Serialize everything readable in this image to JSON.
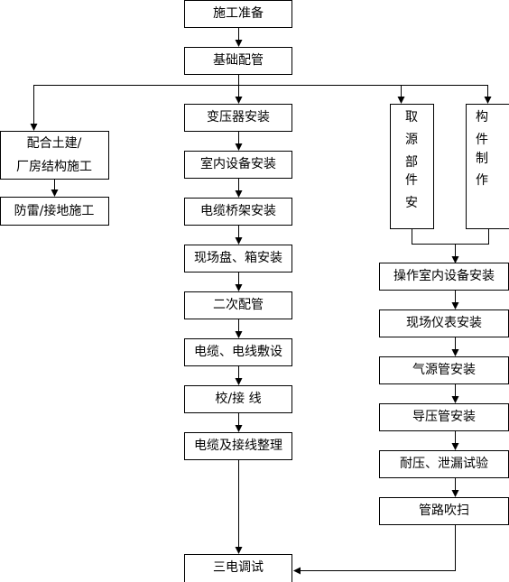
{
  "nodes": {
    "shigong_zhunbei": "施工准备",
    "jichu_peiguan": "基础配管",
    "peihe_tujian_line1": "配合土建/",
    "peihe_tujian_line2": "厂房结构施工",
    "fanglei_jiedi": "防雷/接地施工",
    "bianyaqi_anzhuang": "变压器安装",
    "shinei_shebei_anzhuang": "室内设备安装",
    "dianlan_qiaojia_anzhuang": "电缆桥架安装",
    "xianchang_pan_xiang_anzhuang": "现场盘、箱安装",
    "erci_peiguan": "二次配管",
    "dianlan_dianxian_fushe": "电缆、电线敷设",
    "jiao_jiexian": "校/接 线",
    "dianlan_ji_jiexian_zhengli": "电缆及接线整理",
    "sandian_tiaoshi": "三电调试",
    "quyuan_bujian_an": [
      "取",
      "源",
      "部",
      "件",
      "安"
    ],
    "goujian_zhizuo": [
      "构",
      "件",
      "制",
      "作"
    ],
    "caozuo_shinei_shebei_anzhuang": "操作室内设备安装",
    "xianchang_yibiao_anzhuang": "现场仪表安装",
    "qiyuanguan_anzhuang": "气源管安装",
    "daoyaguan_anzhuang": "导压管安装",
    "naiya_xielou_shiyan": "耐压、泄漏试验",
    "guanlu_chuisao": "管路吹扫"
  }
}
